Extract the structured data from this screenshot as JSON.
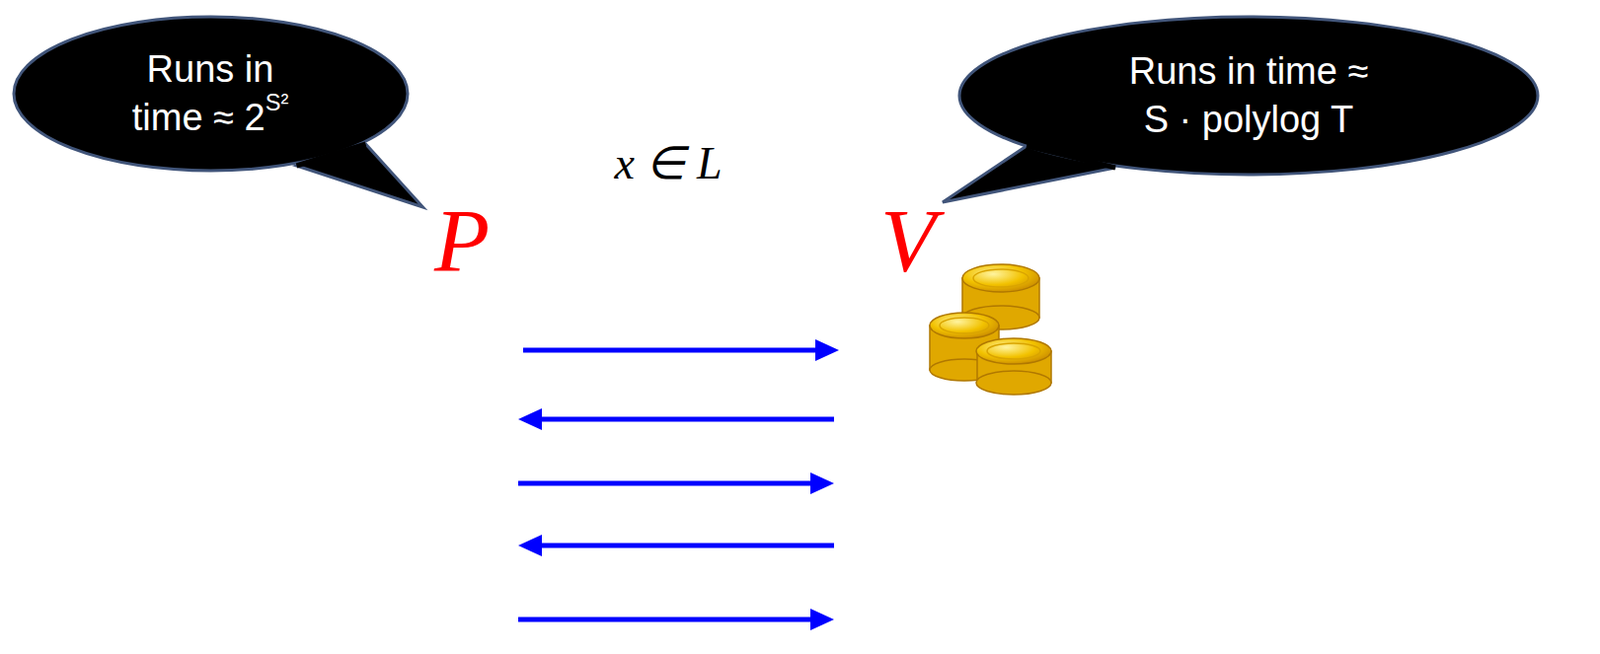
{
  "diagram": {
    "nodes": [
      {
        "text": [
          "Runs in time ≈ 2S²"
        ]
      },
      {
        "text": [
          "Runs in time ≈ S · polylog T"
        ]
      }
    ],
    "labels": [
      "x ∈ L",
      "P",
      "V"
    ]
  }
}
